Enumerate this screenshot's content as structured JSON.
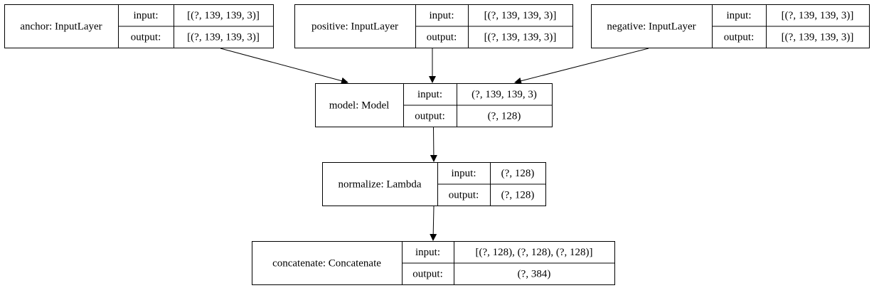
{
  "nodes": [
    {
      "id": "anchor",
      "name": "anchor: InputLayer",
      "input_label": "input:",
      "input": "[(?, 139, 139, 3)]",
      "output_label": "output:",
      "output": "[(?, 139, 139, 3)]"
    },
    {
      "id": "positive",
      "name": "positive: InputLayer",
      "input_label": "input:",
      "input": "[(?, 139, 139, 3)]",
      "output_label": "output:",
      "output": "[(?, 139, 139, 3)]"
    },
    {
      "id": "negative",
      "name": "negative: InputLayer",
      "input_label": "input:",
      "input": "[(?, 139, 139, 3)]",
      "output_label": "output:",
      "output": "[(?, 139, 139, 3)]"
    },
    {
      "id": "model",
      "name": "model: Model",
      "input_label": "input:",
      "input": "(?, 139, 139, 3)",
      "output_label": "output:",
      "output": "(?, 128)"
    },
    {
      "id": "normalize",
      "name": "normalize: Lambda",
      "input_label": "input:",
      "input": "(?, 128)",
      "output_label": "output:",
      "output": "(?, 128)"
    },
    {
      "id": "concatenate",
      "name": "concatenate: Concatenate",
      "input_label": "input:",
      "input": "[(?, 128), (?, 128), (?, 128)]",
      "output_label": "output:",
      "output": "(?, 384)"
    }
  ],
  "edges": [
    {
      "from": "anchor",
      "to": "model"
    },
    {
      "from": "positive",
      "to": "model"
    },
    {
      "from": "negative",
      "to": "model"
    },
    {
      "from": "model",
      "to": "normalize"
    },
    {
      "from": "normalize",
      "to": "concatenate"
    }
  ]
}
